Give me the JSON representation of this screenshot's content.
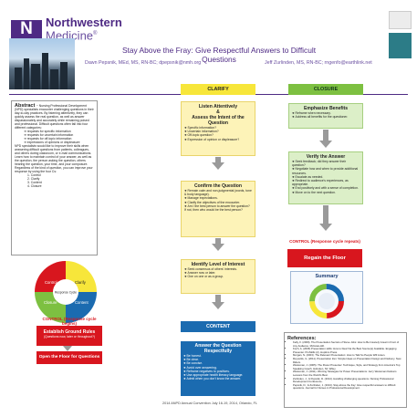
{
  "header": {
    "logo_mark": "N",
    "logo_line1": "Northwestern",
    "logo_line2": "Medicine",
    "logo_sup": "®",
    "title": "Stay Above the Fray:  Give Respectful Answers to Difficult Questions",
    "author_left": "Dawn Pepsnik, MEd, MS, RN-BC; dpepsnik@nmh.org",
    "author_right": "Jeff Zurlinden, MS, RN-BC; rngenfo@earthlink.net"
  },
  "abstract": {
    "heading": "Abstract ",
    "intro": "~ Nursing Professional Development (NPD) specialists encounter challenging questions in their day-to-day practices.  By listening attentively, they can quickly assess the real question, as well as answer dispassionately and accurately while remaining poised and professional. Difficult questions often fall into four different categories:",
    "categories": [
      "requests for specific information",
      "requests for uncertain information",
      "requests for off-topic information",
      "expressions of opinions or displeasure"
    ],
    "body": "NPD specialists would like to improve their skills when answering difficult questions from patients, colleagues, and others during classroom, or e-mail communications.  Learn how to maintain control of your answer, as well as the question, the person asking the question, others hearing the question, your time, and your composure.  Regardless of the kind of question, you can improve your response by using the four Cs:",
    "four_cs": [
      "1.  Control",
      "2.  Clarify",
      "3.  Content",
      "4.  Closure"
    ]
  },
  "cycle": {
    "center": "Response Cycle",
    "segments": [
      {
        "label": "Control",
        "color": "#d8161e"
      },
      {
        "label": "Clarify",
        "color": "#f7e63a"
      },
      {
        "label": "Content",
        "color": "#1b6bb0"
      },
      {
        "label": "Closure",
        "color": "#7dc041"
      }
    ]
  },
  "left_column": {
    "control_label": "CONTROL (Response cycle begins)",
    "establish_title": "Establish Ground Rules",
    "establish_sub": "(Questions now, later or throughout?)",
    "open_floor": "Open the Floor for Questions"
  },
  "clarify": {
    "header": "CLARIFY",
    "listen_title1": "Listen Attentively",
    "listen_amp": "&",
    "listen_title2": "Assess the Intent of the Question",
    "listen_items": [
      "Specific information?",
      "Uncertain information?",
      "Off-topic question?",
      "Expression of opinion or displeasure?"
    ],
    "confirm_title": "Confirm the Question",
    "confirm_items": [
      "Remain calm and non-judgmental (words, tone & body language).",
      "Manage expectations.",
      "Clarify the objectives of the encounter.",
      "Am I the best person to answer the question? If not, then who would be the best person?"
    ],
    "identify_title": "Identify Level of Interest",
    "identify_items": [
      "Seek consensus of others' interests.",
      "Answer now or later.",
      "One on one or as a group."
    ]
  },
  "content": {
    "header": "CONTENT",
    "answer_title": "Answer the Question Respectfully",
    "answer_items": [
      "Be honest.",
      "Be clear.",
      "Be concise.",
      "Avoid over answering.",
      "Reframe negatives to positives.",
      "Use appropriate health literacy language.",
      "Admit when you don't know the answer."
    ]
  },
  "closure": {
    "header": "CLOSURE",
    "emph_title": "Emphasize Benefits",
    "emph_items": [
      "Reframe when necessary.",
      "Address all benefits for the questioner."
    ],
    "verify_title": "Verify the Answer",
    "verify_items": [
      "Seek feedback; did they answer their question?",
      "Negotiate how and when to provide additional resources.",
      "Escalate as needed.",
      "Redirect to audience's experiences, as appropriate.",
      "End positively and with a sense of completion.",
      "Move on to the next question."
    ],
    "control_label": "CONTROL (Response cycle repeats)",
    "regain": "Regain the Floor"
  },
  "summary": {
    "title": "Summary",
    "segments": [
      {
        "color": "#d8161e"
      },
      {
        "color": "#f7e63a"
      },
      {
        "color": "#7dc041"
      },
      {
        "color": "#1b6bb0"
      }
    ]
  },
  "references": {
    "title": "References:",
    "items": [
      "Kelly, F. (2009).  The Presentation Secrets of Steve Jobs: How to Be Insanely Great in Front of Any Audience. McGraw-Hill.",
      "Koch, A. (2006) Presentation skills: How to Deal Via the Best Source(s) Available. Engaging Presenter. ProSkills (2), Hopkins Press.",
      "Morgan, N. (2003). The Relevant Presentation: How to Talk So People Will Listen.",
      "Reynolds, G. (2011).  Presentation Zen: Simple Ideas on Presentation Design and Delivery. New Riders.",
      "Weissman, J. (2005).  The Power Presenter: Technique, Style, and Strategy from America's Top Speaking Coach. Hoboken, NJ: Wiley.",
      "Weissman, J. (2011). Winning Strategies for Power Presentations: Jerry Weissman Delivers Lessons from the World's Best.",
      "Zurlinden, J., & Pepsnik, D. (2014). Handling challenging questions. Nursing Professional Development Conference.",
      "Pepsnik, D., & Zurlinden, J. (2013). Stay above the fray: Give respectful answers to difficult questions. Journal for Nurses in Professional Development."
    ]
  },
  "footer": "2014 ANPD Annual Convention July 16-19, 2014,  Orlando, FL"
}
